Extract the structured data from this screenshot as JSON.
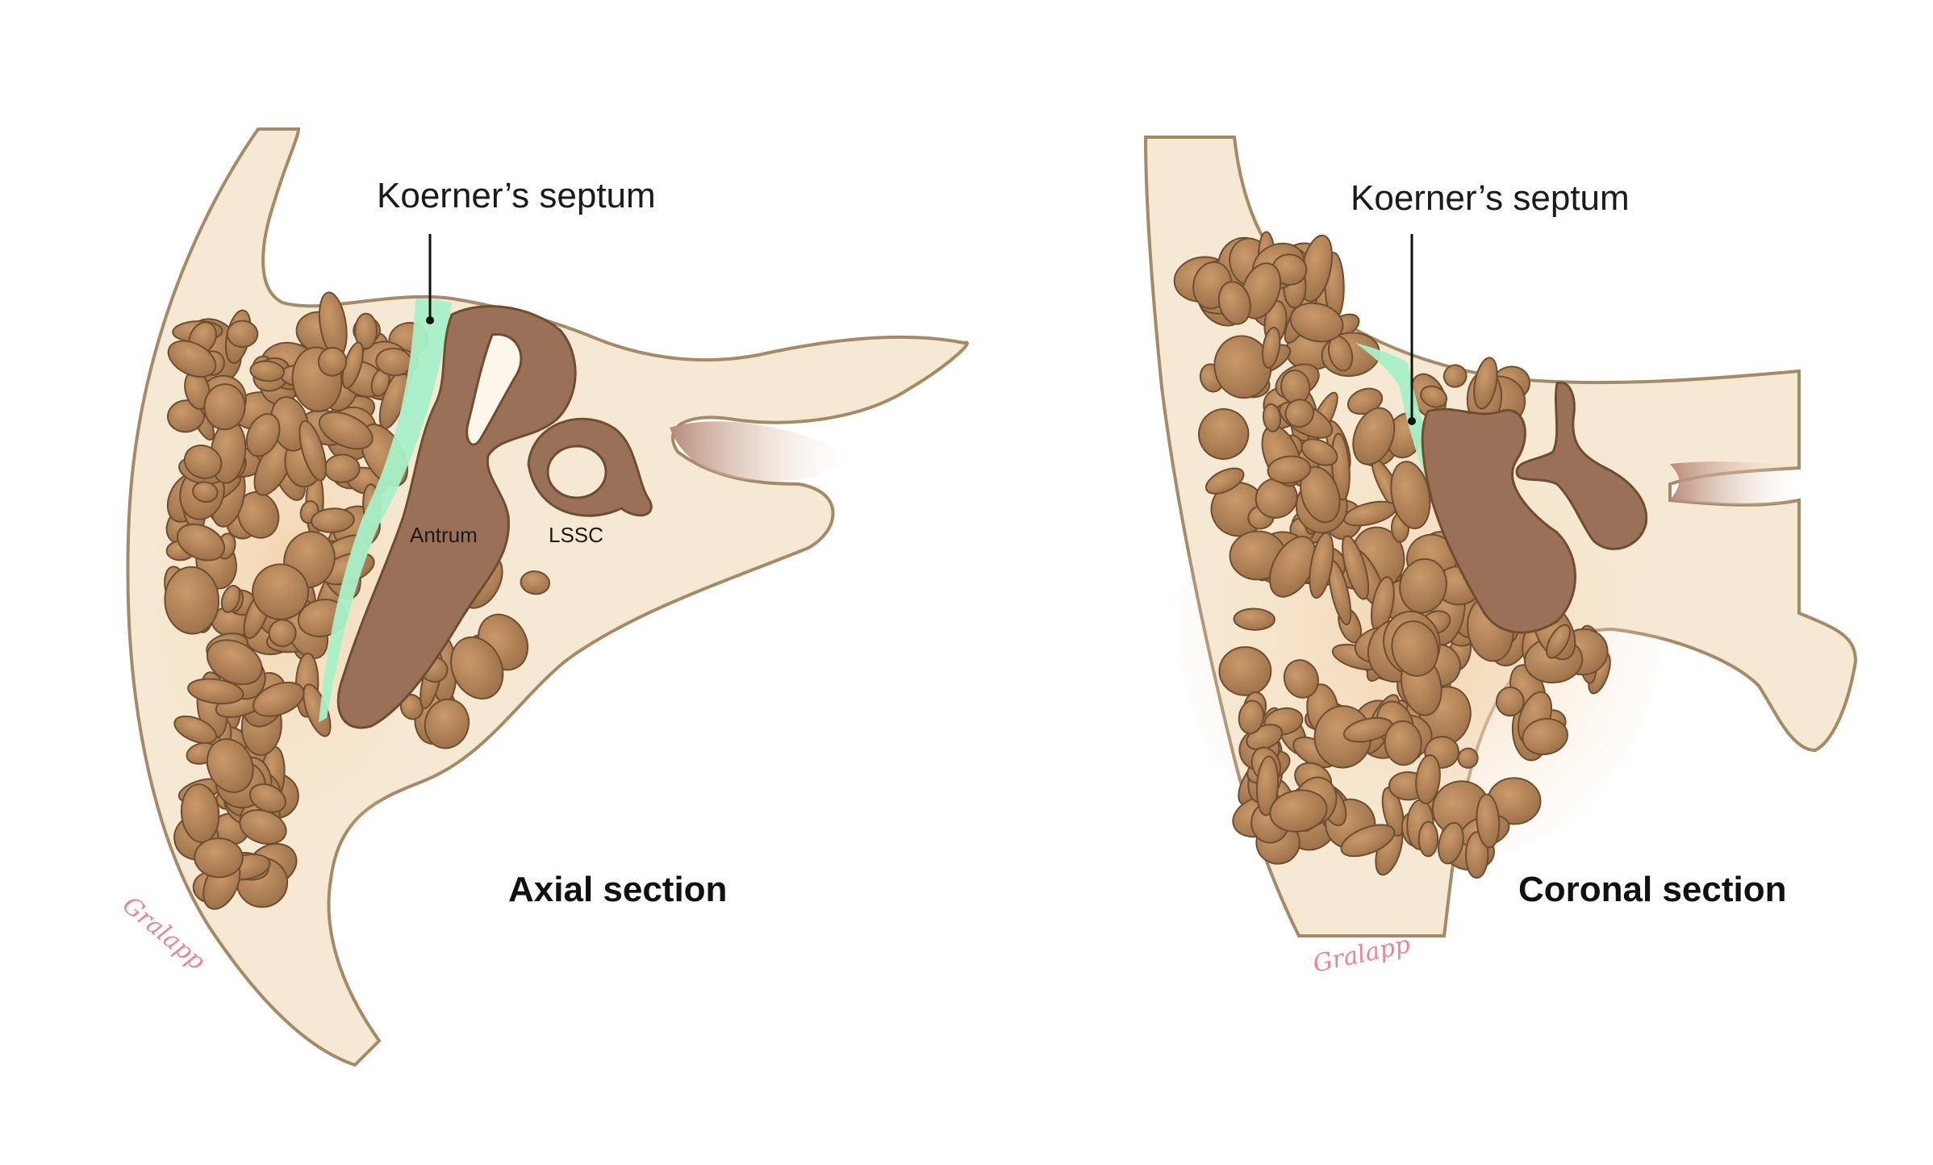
{
  "colors": {
    "bone": "#f6e9d3",
    "bone_outline": "#a58a68",
    "cell_fill": "#b3875c",
    "cell_outline": "#6f4e30",
    "cavity": "#9a7158",
    "septum": "#a8f0c8",
    "muscle": "#c69f93",
    "signature": "#e8878f"
  },
  "axial": {
    "septum_label": "Koerner’s septum",
    "antrum_label": "Antrum",
    "lssc_label": "LSSC",
    "title": "Axial section",
    "signature": "Gralapp"
  },
  "coronal": {
    "septum_label": "Koerner’s septum",
    "title": "Coronal section",
    "signature": "Gralapp"
  }
}
